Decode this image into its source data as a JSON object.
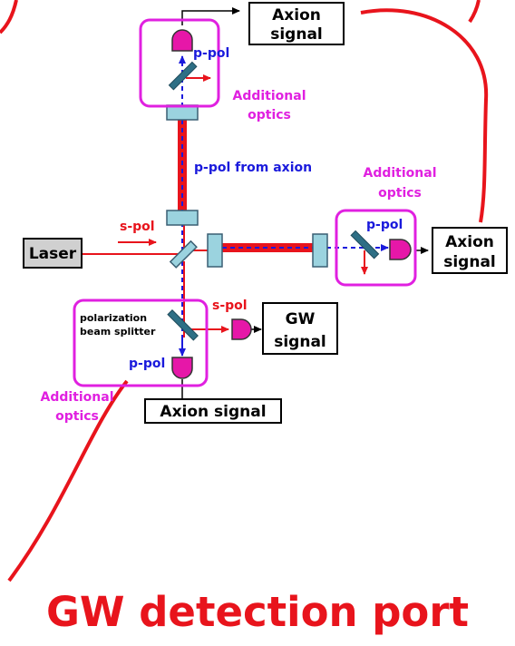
{
  "colors": {
    "laser_red": "#e8141c",
    "pol_blue": "#1a1adc",
    "magenta": "#e020e0",
    "optic_fill": "#9bd3df",
    "optic_stroke": "#3a5f73",
    "mirror_fill": "#2e6f85",
    "detector_fill": "#e617a8",
    "text_black": "#000000"
  },
  "labels": {
    "axion_signal_top": [
      "Axion",
      "signal"
    ],
    "axion_signal_right": [
      "Axion",
      "signal"
    ],
    "axion_signal_bottom": "Axion signal",
    "gw_signal": [
      "GW",
      "signal"
    ],
    "laser": "Laser",
    "p_pol_top": "p-pol",
    "p_pol_right": "p-pol",
    "p_pol_bottom": "p-pol",
    "s_pol_input": "s-pol",
    "s_pol_output": "s-pol",
    "p_pol_from_axion": "p-pol from axion",
    "additional_optics_top": [
      "Additional",
      "optics"
    ],
    "additional_optics_right": [
      "Additional",
      "optics"
    ],
    "additional_optics_bottom": [
      "Additional",
      "optics"
    ],
    "pbs": [
      "polarization",
      "beam splitter"
    ],
    "gw_detection_port": "GW detection port"
  }
}
